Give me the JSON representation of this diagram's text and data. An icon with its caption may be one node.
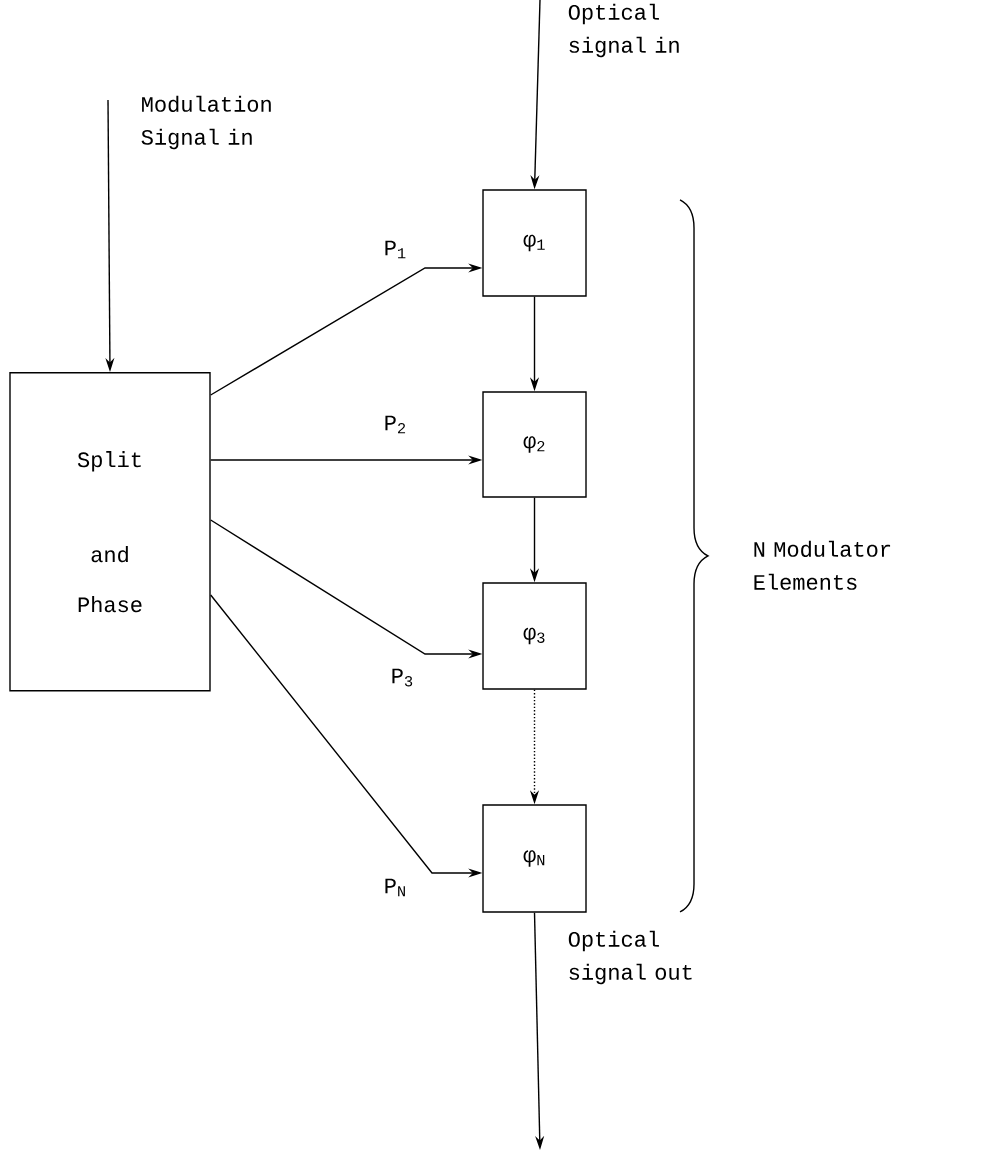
{
  "diagram": {
    "nodes": [
      {
        "text": [
          "Split and Phase"
        ]
      },
      {
        "text": [
          "φ$_{1}$"
        ]
      },
      {
        "text": [
          "φ$_{2}$"
        ]
      },
      {
        "text": [
          "φ$_{3}$"
        ]
      },
      {
        "text": [
          "φ$_{N}$"
        ]
      }
    ],
    "edges": [
      {
        "from": null,
        "to": 0,
        "arrow": "to",
        "label": "Modulation Signal in"
      },
      {
        "from": null,
        "to": 1,
        "arrow": "to",
        "label": "Optical signal in"
      },
      {
        "from": 0,
        "to": 1,
        "arrow": "to",
        "label": "P$_{1}$"
      },
      {
        "from": 0,
        "to": 2,
        "arrow": "to",
        "label": "P$_{2}$"
      },
      {
        "from": 0,
        "to": 3,
        "arrow": "to",
        "label": "P$_{3}$"
      },
      {
        "from": 0,
        "to": 4,
        "arrow": "to",
        "label": "P$_{N}$"
      },
      {
        "from": 1,
        "to": 2,
        "arrow": "to"
      },
      {
        "from": 2,
        "to": 3,
        "arrow": "to"
      },
      {
        "from": 3,
        "to": 4,
        "arrow": "to",
        "style": "dashed"
      },
      {
        "from": 4,
        "to": null,
        "arrow": "to",
        "label": "Optical signal out"
      }
    ],
    "labels": [
      "N Modulator Elements"
    ]
  }
}
